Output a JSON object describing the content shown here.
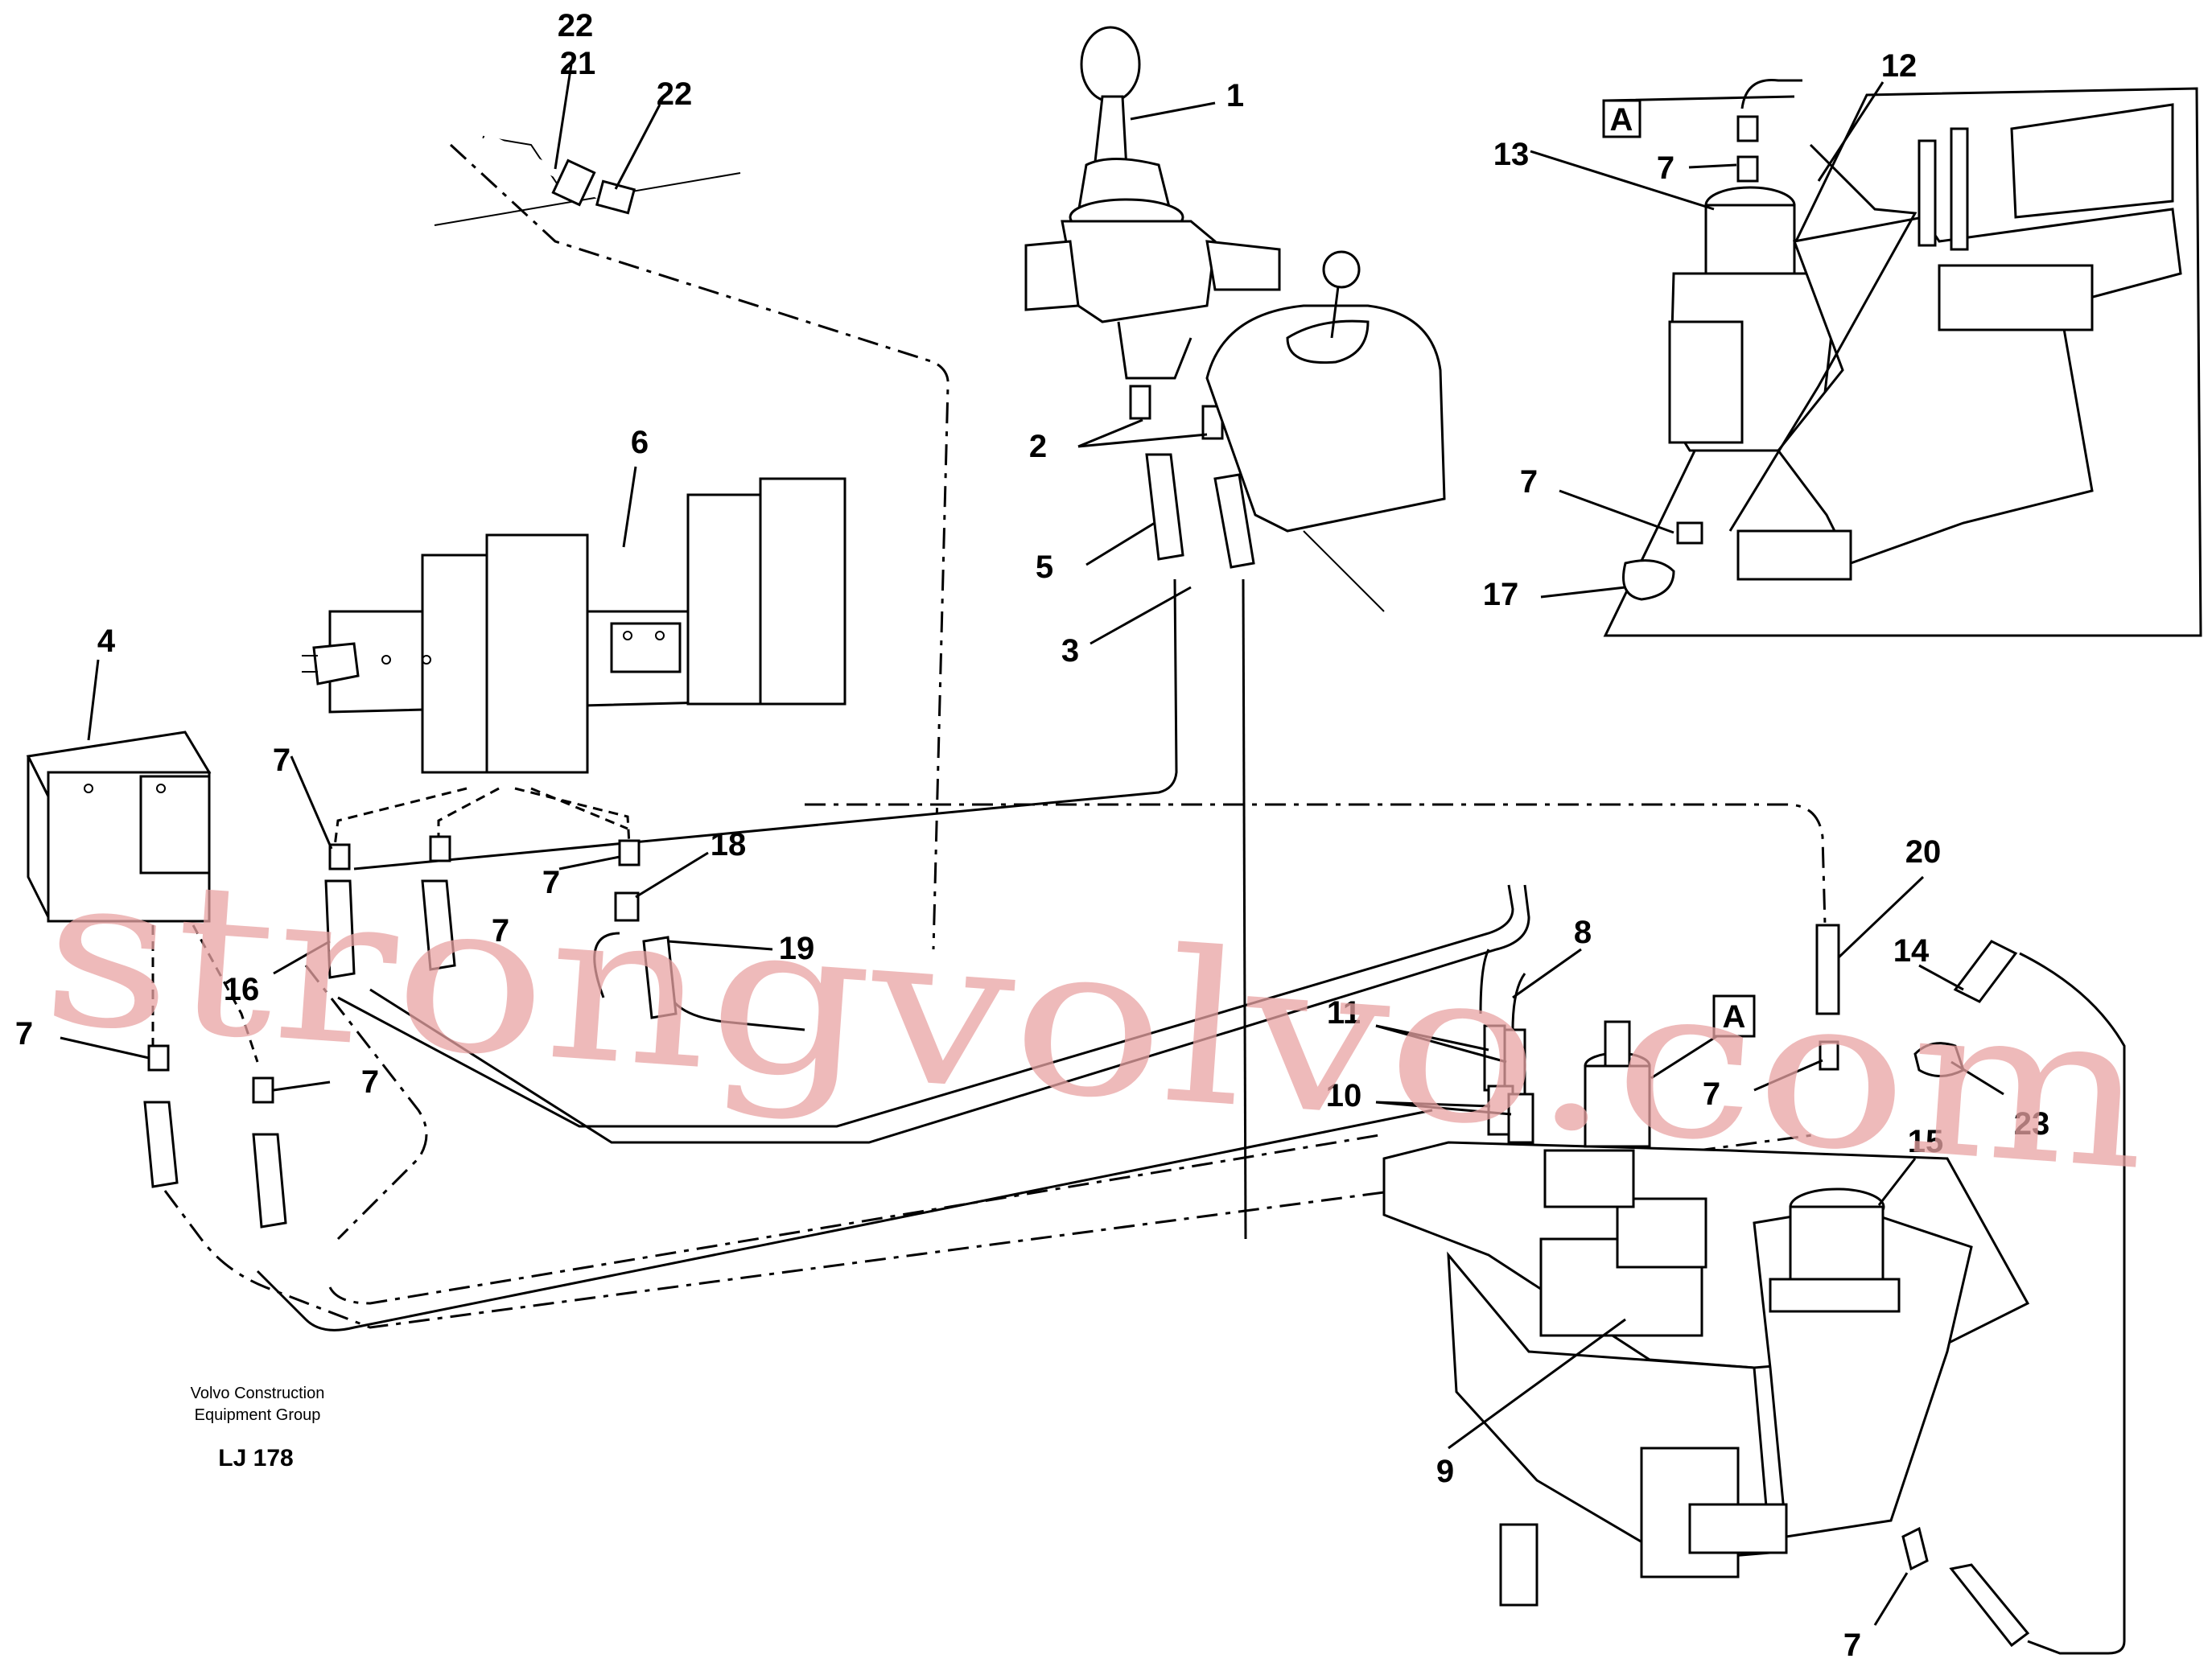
{
  "diagram": {
    "callouts": {
      "c1": "1",
      "c2": "2",
      "c3": "3",
      "c4": "4",
      "c5": "5",
      "c6": "6",
      "c7a": "7",
      "c7b": "7",
      "c7c": "7",
      "c7d": "7",
      "c7e": "7",
      "c7f": "7",
      "c7g": "7",
      "c7h": "7",
      "c7i": "7",
      "c8": "8",
      "c9": "9",
      "c10": "10",
      "c11": "11",
      "c12": "12",
      "c13": "13",
      "c14": "14",
      "c15": "15",
      "c16": "16",
      "c17": "17",
      "c18": "18",
      "c19": "19",
      "c20": "20",
      "c21": "21",
      "c22a": "22",
      "c22b": "22",
      "c23": "23"
    },
    "detail_marker": "A",
    "detail_marker_ref": "A",
    "footer": {
      "line1": "Volvo Construction",
      "line2": "Equipment Group",
      "code": "LJ 178"
    },
    "watermark": "strongvolvo.com"
  }
}
